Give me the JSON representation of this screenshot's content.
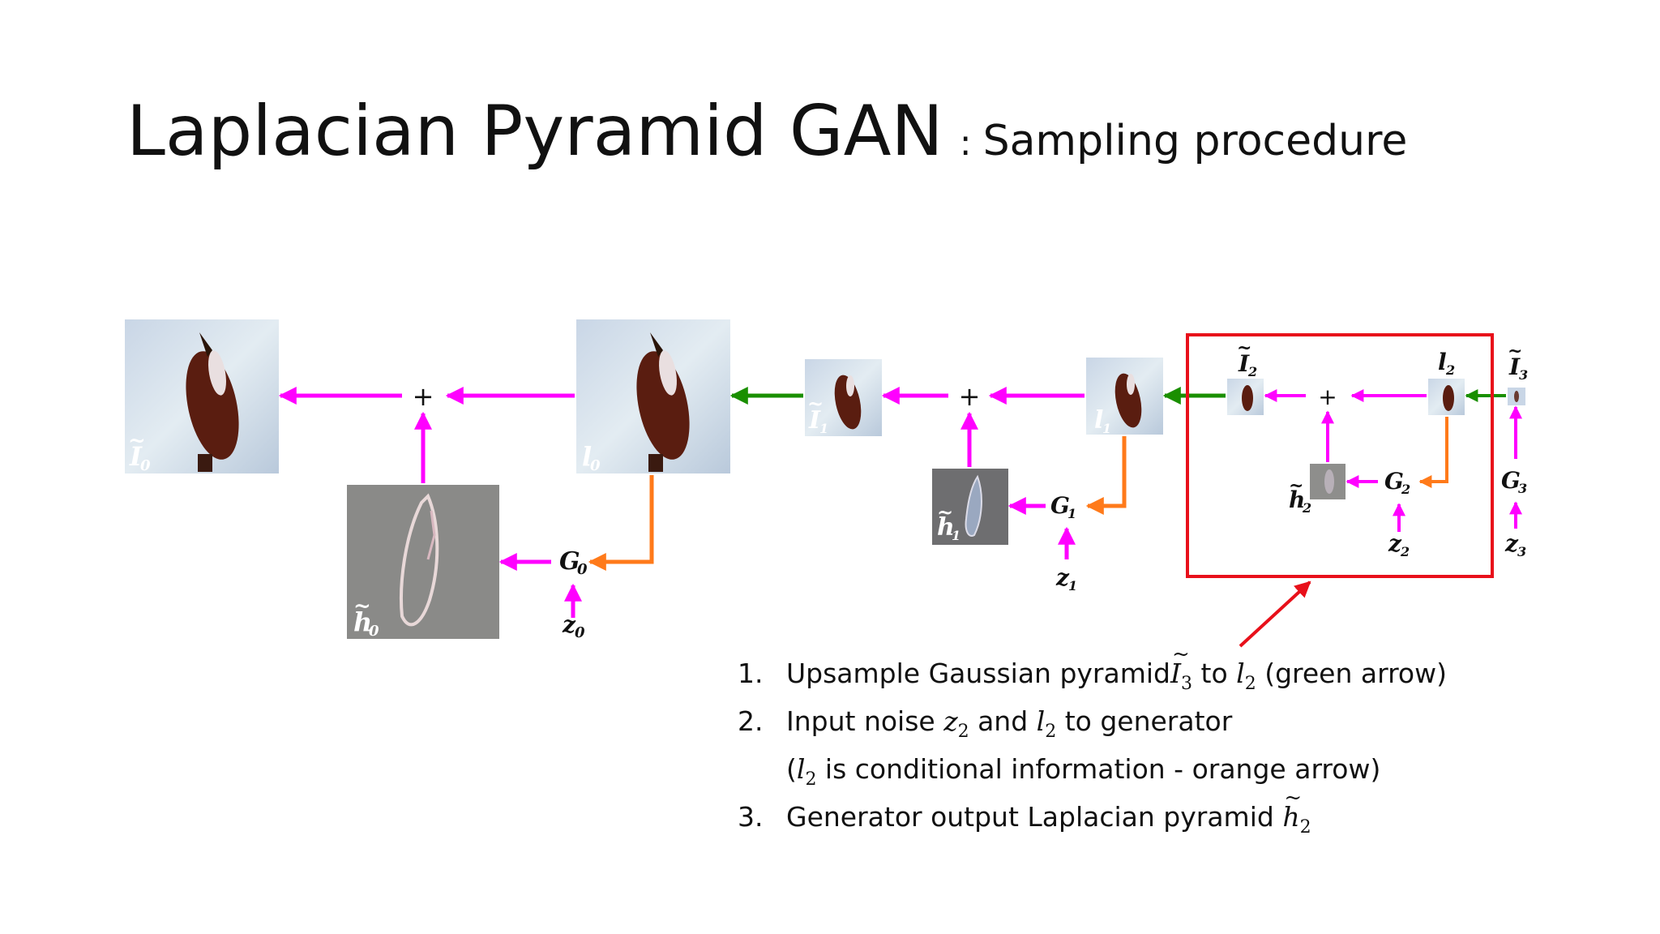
{
  "slide": {
    "title": "Laplacian Pyramid GAN",
    "separator": ":",
    "subtitle": "Sampling procedure"
  },
  "diagram": {
    "plus": "+",
    "labels": {
      "I0": "I",
      "I0_sub": "0",
      "l0": "l",
      "l0_sub": "0",
      "h0": "h",
      "h0_sub": "0",
      "G0": "G",
      "G0_sub": "0",
      "z0": "z",
      "z0_sub": "0",
      "I1": "I",
      "I1_sub": "1",
      "l1": "l",
      "l1_sub": "1",
      "h1": "h",
      "h1_sub": "1",
      "G1": "G",
      "G1_sub": "1",
      "z1": "z",
      "z1_sub": "1",
      "I2": "I",
      "I2_sub": "2",
      "l2": "l",
      "l2_sub": "2",
      "h2": "h",
      "h2_sub": "2",
      "G2": "G",
      "G2_sub": "2",
      "z2": "z",
      "z2_sub": "2",
      "I3": "I",
      "I3_sub": "3",
      "G3": "G",
      "G3_sub": "3",
      "z3": "z",
      "z3_sub": "3",
      "tilde": "~"
    },
    "colors": {
      "magenta_arrow": "#ff00ff",
      "green_arrow": "#1a8f00",
      "orange_arrow": "#ff7a1a",
      "highlight_box": "#e8101a",
      "pointer_arrow": "#e8101a"
    }
  },
  "notes": {
    "items": [
      {
        "num": "1.",
        "pre": "Upsample Gaussian pyramid ",
        "m1": "I",
        "m1_sub": "3",
        "mid": " to ",
        "m2": "l",
        "m2_sub": "2",
        "post": " (green arrow)"
      },
      {
        "num": "2.",
        "pre": "Input noise ",
        "m1": "z",
        "m1_sub": "2",
        "mid": " and ",
        "m2": "l",
        "m2_sub": "2",
        "post": " to generator"
      },
      {
        "num": "",
        "pre": "(",
        "m1": "l",
        "m1_sub": "2",
        "mid": " is conditional information - orange arrow)",
        "m2": "",
        "m2_sub": "",
        "post": ""
      },
      {
        "num": "3.",
        "pre": "Generator output Laplacian pyramid ",
        "m1": "h",
        "m1_sub": "2",
        "mid": "",
        "m2": "",
        "m2_sub": "",
        "post": ""
      }
    ]
  }
}
